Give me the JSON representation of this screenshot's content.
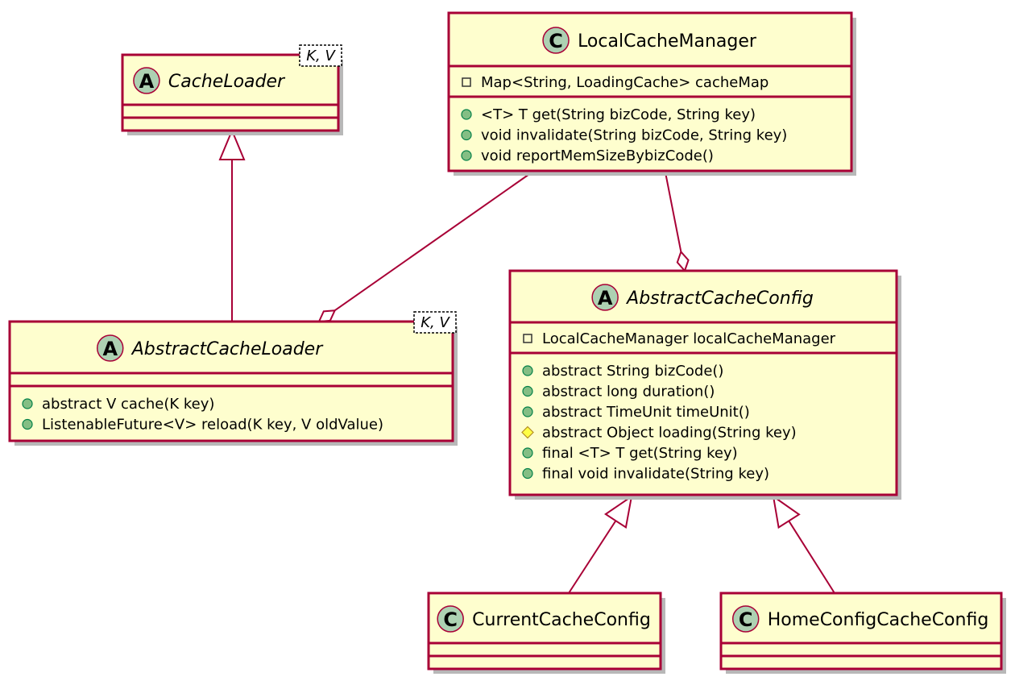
{
  "diagram": {
    "classes": {
      "cache_loader": {
        "stereotype": "A",
        "name": "CacheLoader",
        "generic": "K, V",
        "fields": [],
        "methods": []
      },
      "local_cache_manager": {
        "stereotype": "C",
        "name": "LocalCacheManager",
        "generic": "",
        "fields": [
          {
            "visibility": "private",
            "text": "Map<String, LoadingCache> cacheMap"
          }
        ],
        "methods": [
          {
            "visibility": "public",
            "text": "<T> T get(String bizCode,  String key)"
          },
          {
            "visibility": "public",
            "text": "void invalidate(String bizCode, String key)"
          },
          {
            "visibility": "public",
            "text": "void reportMemSizeBybizCode()"
          }
        ]
      },
      "abstract_cache_loader": {
        "stereotype": "A",
        "name": "AbstractCacheLoader",
        "generic": "K, V",
        "fields": [],
        "methods": [
          {
            "visibility": "public",
            "text": "abstract V cache(K key)"
          },
          {
            "visibility": "public",
            "text": "ListenableFuture<V> reload(K key, V oldValue)"
          }
        ]
      },
      "abstract_cache_config": {
        "stereotype": "A",
        "name": "AbstractCacheConfig",
        "generic": "",
        "fields": [
          {
            "visibility": "private",
            "text": "LocalCacheManager localCacheManager"
          }
        ],
        "methods": [
          {
            "visibility": "public",
            "text": "abstract String bizCode()"
          },
          {
            "visibility": "public",
            "text": "abstract long duration()"
          },
          {
            "visibility": "public",
            "text": "abstract TimeUnit timeUnit()"
          },
          {
            "visibility": "protected",
            "text": "abstract Object loading(String key)"
          },
          {
            "visibility": "public",
            "text": "final <T> T get(String key)"
          },
          {
            "visibility": "public",
            "text": "final void invalidate(String key)"
          }
        ]
      },
      "current_cache_config": {
        "stereotype": "C",
        "name": "CurrentCacheConfig",
        "generic": "",
        "fields": [],
        "methods": []
      },
      "home_config_cache_config": {
        "stereotype": "C",
        "name": "HomeConfigCacheConfig",
        "generic": "",
        "fields": [],
        "methods": []
      }
    },
    "relations": [
      {
        "type": "generalization",
        "from": "abstract_cache_loader",
        "to": "cache_loader"
      },
      {
        "type": "aggregation",
        "from": "local_cache_manager",
        "to": "abstract_cache_loader"
      },
      {
        "type": "aggregation",
        "from": "local_cache_manager",
        "to": "abstract_cache_config"
      },
      {
        "type": "generalization",
        "from": "current_cache_config",
        "to": "abstract_cache_config"
      },
      {
        "type": "generalization",
        "from": "home_config_cache_config",
        "to": "abstract_cache_config"
      }
    ]
  },
  "colors": {
    "class_fill": "#FEFECE",
    "class_border": "#A80036",
    "badge_fill": "#ADD1B2",
    "public_marker": "#84BE84",
    "protected_marker": "#FFFF44"
  }
}
